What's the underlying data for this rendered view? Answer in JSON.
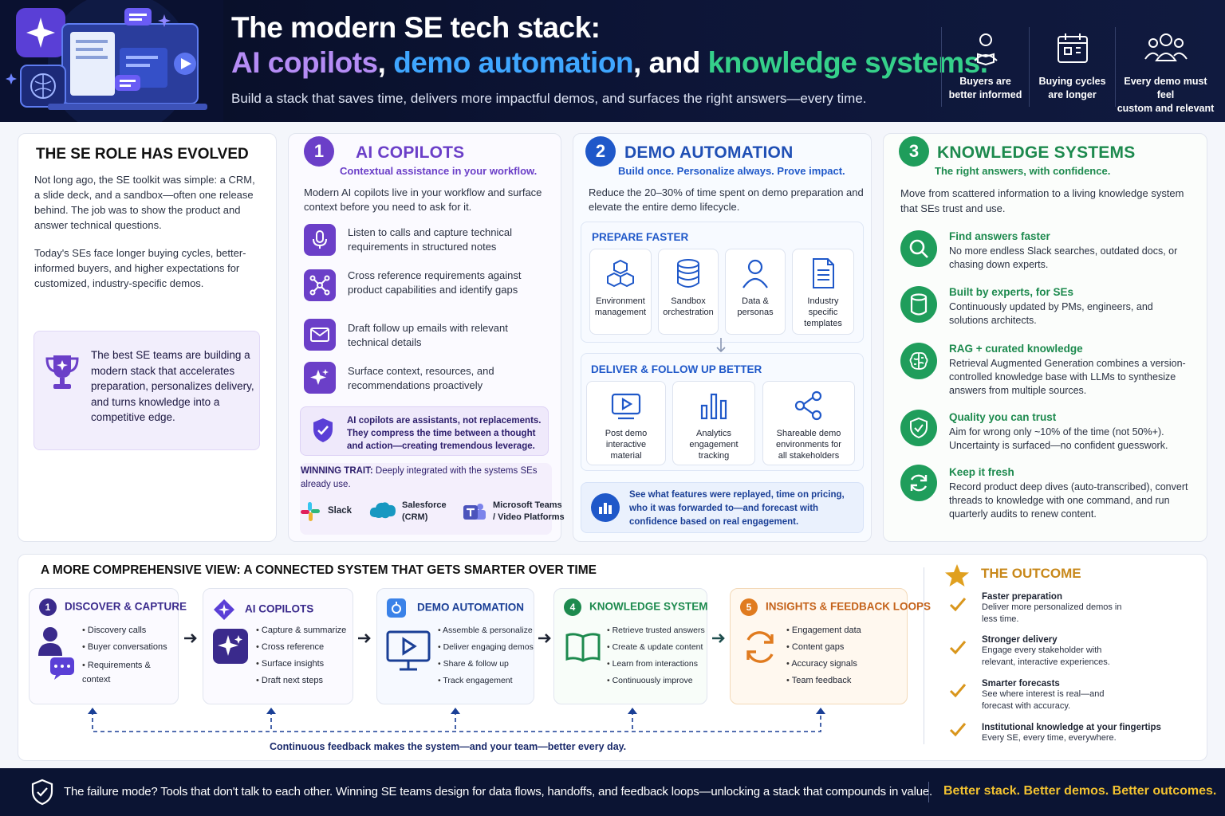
{
  "header": {
    "title_line1": "The modern SE tech stack:",
    "title_ai": "AI copilots",
    "title_comma": ", ",
    "title_demo": "demo automation",
    "title_and": ", and ",
    "title_know": "knowledge systems.",
    "subtitle": "Build a stack that saves time, delivers more impactful demos, and surfaces the right answers—every time.",
    "stats": [
      {
        "icon": "person-book-icon",
        "line1": "Buyers are",
        "line2": "better informed"
      },
      {
        "icon": "calendar-icon",
        "line1": "Buying cycles",
        "line2": "are longer"
      },
      {
        "icon": "group-icon",
        "line1": "Every demo must feel",
        "line2": "custom and relevant"
      }
    ]
  },
  "se_role": {
    "title": "THE SE ROLE HAS EVOLVED",
    "p1": "Not long ago, the SE toolkit was simple: a CRM, a slide deck, and a sandbox—often one release behind. The job was to show the product and answer technical questions.",
    "p2": "Today's SEs face longer buying cycles, better-informed buyers, and higher expectations for customized, industry-specific demos.",
    "callout": "The best SE teams are building a modern stack that accelerates preparation, personalizes delivery, and turns knowledge into a competitive edge.",
    "callout_icon": "trophy-icon"
  },
  "copilots": {
    "num": "1",
    "title": "AI COPILOTS",
    "subtitle": "Contextual assistance in your workflow.",
    "intro": "Modern AI copilots live in your workflow and surface context before you need to ask for it.",
    "items": [
      {
        "icon": "microphone-icon",
        "text": "Listen to calls and capture technical requirements in structured notes"
      },
      {
        "icon": "network-icon",
        "text": "Cross reference requirements against product capabilities and identify gaps"
      },
      {
        "icon": "envelope-icon",
        "text": "Draft follow up emails with relevant technical details"
      },
      {
        "icon": "sparkle-icon",
        "text": "Surface context, resources, and recommendations proactively"
      }
    ],
    "note": "AI copilots are assistants, not replacements. They compress the time between a thought and action—creating tremendous leverage.",
    "trait_label": "WINNING TRAIT:",
    "trait_text": " Deeply integrated with the systems SEs already use.",
    "integrations": [
      {
        "icon": "slack-icon",
        "name": "Slack"
      },
      {
        "icon": "salesforce-icon",
        "name": "Salesforce (CRM)"
      },
      {
        "icon": "teams-icon",
        "name": "Microsoft Teams / Video Platforms"
      }
    ]
  },
  "demo": {
    "num": "2",
    "title": "DEMO AUTOMATION",
    "subtitle": "Build once. Personalize always. Prove impact.",
    "intro": "Reduce the 20–30% of time spent on demo preparation and elevate the entire demo lifecycle.",
    "prepare_label": "PREPARE FASTER",
    "prepare": [
      {
        "icon": "cubes-icon",
        "text": "Environment management"
      },
      {
        "icon": "database-icon",
        "text": "Sandbox orchestration"
      },
      {
        "icon": "person-icon",
        "text": "Data & personas"
      },
      {
        "icon": "document-icon",
        "text": "Industry specific templates"
      }
    ],
    "deliver_label": "DELIVER & FOLLOW UP BETTER",
    "deliver": [
      {
        "icon": "video-play-icon",
        "text": "Post demo interactive material"
      },
      {
        "icon": "bar-chart-icon",
        "text": "Analytics engagement tracking"
      },
      {
        "icon": "share-icon",
        "text": "Shareable demo environments for all stakeholders"
      }
    ],
    "note": "See what features were replayed, time on pricing, who it was forwarded to—and forecast with confidence based on real engagement."
  },
  "knowledge": {
    "num": "3",
    "title": "KNOWLEDGE SYSTEMS",
    "subtitle": "The right answers, with confidence.",
    "intro": "Move from scattered information to a living knowledge system that SEs trust and use.",
    "items": [
      {
        "icon": "magnifier-icon",
        "title": "Find answers faster",
        "text": "No more endless Slack searches, outdated docs, or chasing down experts."
      },
      {
        "icon": "database-icon",
        "title": "Built by experts, for SEs",
        "text": "Continuously updated by PMs, engineers, and solutions architects."
      },
      {
        "icon": "brain-icon",
        "title": "RAG + curated knowledge",
        "text": "Retrieval Augmented Generation combines a version-controlled knowledge base with LLMs to synthesize answers from multiple sources."
      },
      {
        "icon": "shield-check-icon",
        "title": "Quality you can trust",
        "text": "Aim for wrong only ~10% of the time (not 50%+). Uncertainty is surfaced—no confident guesswork."
      },
      {
        "icon": "refresh-icon",
        "title": "Keep it fresh",
        "text": "Record product deep dives (auto-transcribed), convert threads to knowledge with one command, and run quarterly audits to renew content."
      }
    ]
  },
  "system": {
    "title": "A MORE COMPREHENSIVE VIEW:  A CONNECTED SYSTEM THAT GETS SMARTER OVER TIME",
    "stages": [
      {
        "num": "1",
        "title": "DISCOVER & CAPTURE",
        "items": [
          "Discovery calls",
          "Buyer conversations",
          "Requirements & context"
        ]
      },
      {
        "num": "",
        "title": "AI COPILOTS",
        "items": [
          "Capture & summarize",
          "Cross reference",
          "Surface insights",
          "Draft next steps"
        ]
      },
      {
        "num": "",
        "title": "DEMO AUTOMATION",
        "items": [
          "Assemble & personalize",
          "Deliver engaging demos",
          "Share & follow up",
          "Track engagement"
        ]
      },
      {
        "num": "4",
        "title": "KNOWLEDGE SYSTEM",
        "items": [
          "Retrieve trusted answers",
          "Create & update content",
          "Learn from interactions",
          "Continuously improve"
        ]
      },
      {
        "num": "5",
        "title": "INSIGHTS & FEEDBACK LOOPS",
        "items": [
          "Engagement data",
          "Content gaps",
          "Accuracy signals",
          "Team feedback"
        ]
      }
    ],
    "feedback": "Continuous feedback makes the system—and your team—better every day."
  },
  "outcome": {
    "title": "THE OUTCOME",
    "items": [
      {
        "title": "Faster preparation",
        "text": "Deliver more personalized demos in less time."
      },
      {
        "title": "Stronger delivery",
        "text": "Engage every stakeholder with relevant, interactive experiences."
      },
      {
        "title": "Smarter forecasts",
        "text": "See where interest is real—and forecast with accuracy."
      },
      {
        "title": "Institutional knowledge at your fingertips",
        "text": "Every SE, every time, everywhere."
      }
    ]
  },
  "footer": {
    "text": "The failure mode? Tools that don't talk to each other. Winning SE teams design for data flows, handoffs, and feedback loops—unlocking a stack that compounds in value.",
    "tagline": "Better stack. Better demos. Better outcomes."
  },
  "colors": {
    "purple": "#6b3fc8",
    "blue": "#1f58c9",
    "green": "#1f9d5b",
    "orange": "#e07b1f",
    "navy": "#0b1433",
    "gold": "#f2c230"
  }
}
